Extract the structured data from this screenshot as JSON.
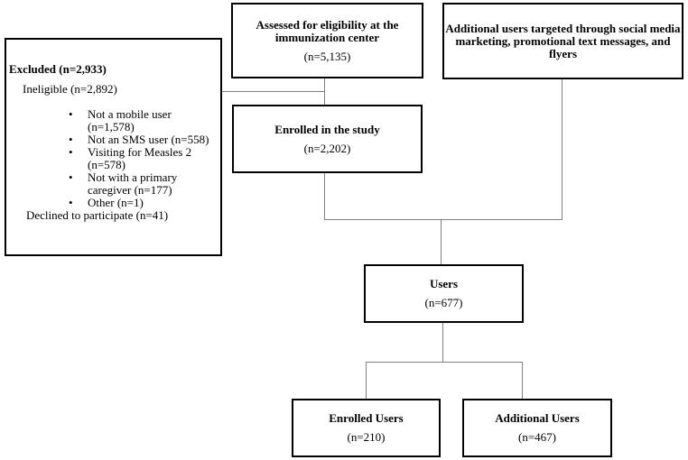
{
  "boxes": {
    "assessed": {
      "title": "Assessed for eligibility at the\nimmunization center",
      "n": "(n=5,135)"
    },
    "additional_targeted": {
      "title": "Additional users targeted through social media\nmarketing, promotional text messages, and\nflyers"
    },
    "excluded": {
      "title": "Excluded (n=2,933)",
      "ineligible": "Ineligible (n=2,892)",
      "bullets": [
        "Not a mobile user\n(n=1,578)",
        "Not an SMS user (n=558)",
        "Visiting for Measles 2\n(n=578)",
        "Not with a primary\ncaregiver (n=177)",
        "Other (n=1)"
      ],
      "declined": "Declined to participate (n=41)"
    },
    "enrolled": {
      "title": "Enrolled in the study",
      "n": "(n=2,202)"
    },
    "users": {
      "title": "Users",
      "n": "(n=677)"
    },
    "enrolled_users": {
      "title": "Enrolled Users",
      "n": "(n=210)"
    },
    "additional_users": {
      "title": "Additional Users",
      "n": "(n=467)"
    }
  },
  "colors": {
    "background": "#ffffff",
    "box_border": "#000000",
    "connector": "#808080",
    "text": "#000000"
  }
}
